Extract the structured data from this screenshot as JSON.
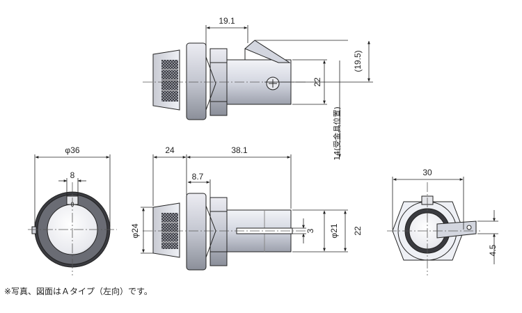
{
  "dimensions": {
    "top_width_19_1": "19.1",
    "top_paren_19_5": "(19.5)",
    "top_height_22": "22",
    "top_bracket_14": "14(受金具位置)",
    "front_dia_36": "φ36",
    "front_key_8": "8",
    "front_mark_0": "0",
    "side_len_24": "24",
    "side_len_38_1": "38.1",
    "side_len_8_7": "8.7",
    "side_dia_24": "φ24",
    "side_slot_3": "3",
    "side_dia_21": "φ21",
    "side_height_22": "22",
    "rear_width_30": "30",
    "rear_key_4_5": "4.5"
  },
  "footnote": "※写真、図面はＡタイプ（左向）です。",
  "colors": {
    "line": "#222222",
    "body_gray": "#d8dbe5",
    "dark_gray": "#55575e",
    "center_line": "#555555"
  }
}
